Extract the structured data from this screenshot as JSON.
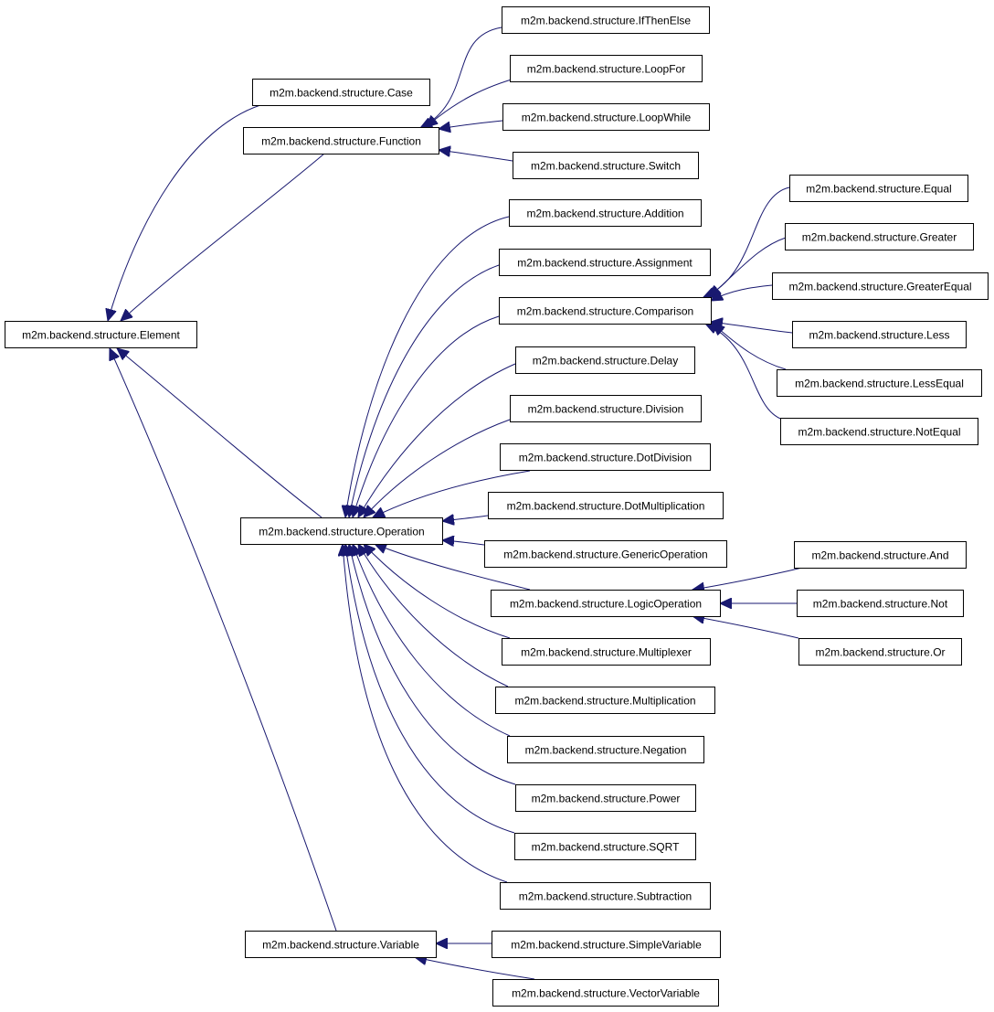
{
  "edge_color": "#191970",
  "node_border_color": "#000000",
  "background_color": "#ffffff",
  "nodes": {
    "Element": "m2m.backend.structure.Element",
    "Case": "m2m.backend.structure.Case",
    "Function": "m2m.backend.structure.Function",
    "Operation": "m2m.backend.structure.Operation",
    "Variable": "m2m.backend.structure.Variable",
    "IfThenElse": "m2m.backend.structure.IfThenElse",
    "LoopFor": "m2m.backend.structure.LoopFor",
    "LoopWhile": "m2m.backend.structure.LoopWhile",
    "Switch": "m2m.backend.structure.Switch",
    "Addition": "m2m.backend.structure.Addition",
    "Assignment": "m2m.backend.structure.Assignment",
    "Comparison": "m2m.backend.structure.Comparison",
    "Delay": "m2m.backend.structure.Delay",
    "Division": "m2m.backend.structure.Division",
    "DotDivision": "m2m.backend.structure.DotDivision",
    "DotMultiplication": "m2m.backend.structure.DotMultiplication",
    "GenericOperation": "m2m.backend.structure.GenericOperation",
    "LogicOperation": "m2m.backend.structure.LogicOperation",
    "Multiplexer": "m2m.backend.structure.Multiplexer",
    "Multiplication": "m2m.backend.structure.Multiplication",
    "Negation": "m2m.backend.structure.Negation",
    "Power": "m2m.backend.structure.Power",
    "SQRT": "m2m.backend.structure.SQRT",
    "Subtraction": "m2m.backend.structure.Subtraction",
    "SimpleVariable": "m2m.backend.structure.SimpleVariable",
    "VectorVariable": "m2m.backend.structure.VectorVariable",
    "Equal": "m2m.backend.structure.Equal",
    "Greater": "m2m.backend.structure.Greater",
    "GreaterEqual": "m2m.backend.structure.GreaterEqual",
    "Less": "m2m.backend.structure.Less",
    "LessEqual": "m2m.backend.structure.LessEqual",
    "NotEqual": "m2m.backend.structure.NotEqual",
    "And": "m2m.backend.structure.And",
    "Not": "m2m.backend.structure.Not",
    "Or": "m2m.backend.structure.Or"
  },
  "edges": [
    {
      "from": "Case",
      "to": "Element"
    },
    {
      "from": "Function",
      "to": "Element"
    },
    {
      "from": "Operation",
      "to": "Element"
    },
    {
      "from": "Variable",
      "to": "Element"
    },
    {
      "from": "IfThenElse",
      "to": "Function"
    },
    {
      "from": "LoopFor",
      "to": "Function"
    },
    {
      "from": "LoopWhile",
      "to": "Function"
    },
    {
      "from": "Switch",
      "to": "Function"
    },
    {
      "from": "Addition",
      "to": "Operation"
    },
    {
      "from": "Assignment",
      "to": "Operation"
    },
    {
      "from": "Comparison",
      "to": "Operation"
    },
    {
      "from": "Delay",
      "to": "Operation"
    },
    {
      "from": "Division",
      "to": "Operation"
    },
    {
      "from": "DotDivision",
      "to": "Operation"
    },
    {
      "from": "DotMultiplication",
      "to": "Operation"
    },
    {
      "from": "GenericOperation",
      "to": "Operation"
    },
    {
      "from": "LogicOperation",
      "to": "Operation"
    },
    {
      "from": "Multiplexer",
      "to": "Operation"
    },
    {
      "from": "Multiplication",
      "to": "Operation"
    },
    {
      "from": "Negation",
      "to": "Operation"
    },
    {
      "from": "Power",
      "to": "Operation"
    },
    {
      "from": "SQRT",
      "to": "Operation"
    },
    {
      "from": "Subtraction",
      "to": "Operation"
    },
    {
      "from": "Equal",
      "to": "Comparison"
    },
    {
      "from": "Greater",
      "to": "Comparison"
    },
    {
      "from": "GreaterEqual",
      "to": "Comparison"
    },
    {
      "from": "Less",
      "to": "Comparison"
    },
    {
      "from": "LessEqual",
      "to": "Comparison"
    },
    {
      "from": "NotEqual",
      "to": "Comparison"
    },
    {
      "from": "And",
      "to": "LogicOperation"
    },
    {
      "from": "Not",
      "to": "LogicOperation"
    },
    {
      "from": "Or",
      "to": "LogicOperation"
    },
    {
      "from": "SimpleVariable",
      "to": "Variable"
    },
    {
      "from": "VectorVariable",
      "to": "Variable"
    }
  ]
}
